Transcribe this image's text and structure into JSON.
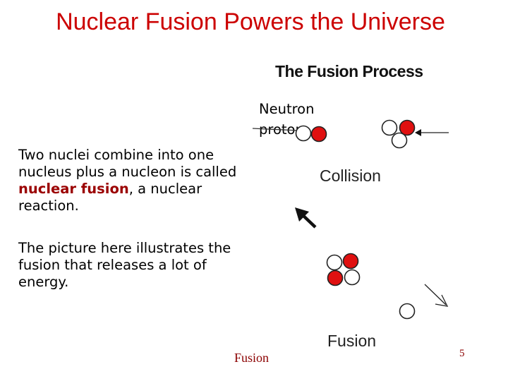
{
  "slide": {
    "title": "Nuclear Fusion Powers the Universe",
    "paragraph1": {
      "before": "Two nuclei combine into one nucleus plus a nucleon is called ",
      "highlight": "nuclear fusion",
      "after": ", a nuclear reaction."
    },
    "paragraph2": "The picture here illustrates the fusion that releases a lot of energy.",
    "footer": "Fusion",
    "page_number": "5"
  },
  "diagram": {
    "title": "The Fusion Process",
    "legend_neutron": "Neutron",
    "legend_proton": "proton",
    "collision_label": "Collision",
    "fusion_label": "Fusion"
  },
  "colors": {
    "title": "#cc0000",
    "highlight": "#9b0000",
    "proton": "#e01010",
    "neutron": "#ffffff",
    "footer": "#8b0000"
  }
}
